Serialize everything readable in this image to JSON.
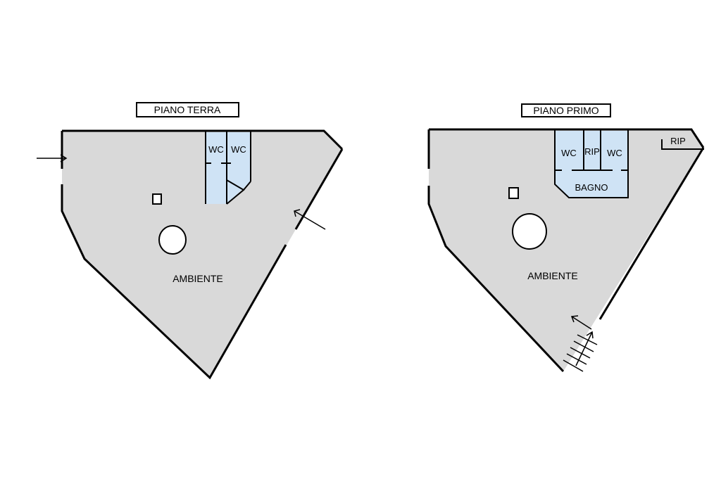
{
  "ground_floor": {
    "title": "PIANO TERRA",
    "room_main": "AMBIENTE",
    "wc_1": "WC",
    "wc_2": "WC"
  },
  "first_floor": {
    "title": "PIANO PRIMO",
    "room_main": "AMBIENTE",
    "wc_1": "WC",
    "rip_center": "RIP",
    "wc_2": "WC",
    "bathroom": "BAGNO",
    "rip_corner": "RIP"
  },
  "colors": {
    "floor": "#d9d9d9",
    "wet_area": "#cfe3f5",
    "walls": "#000000"
  }
}
